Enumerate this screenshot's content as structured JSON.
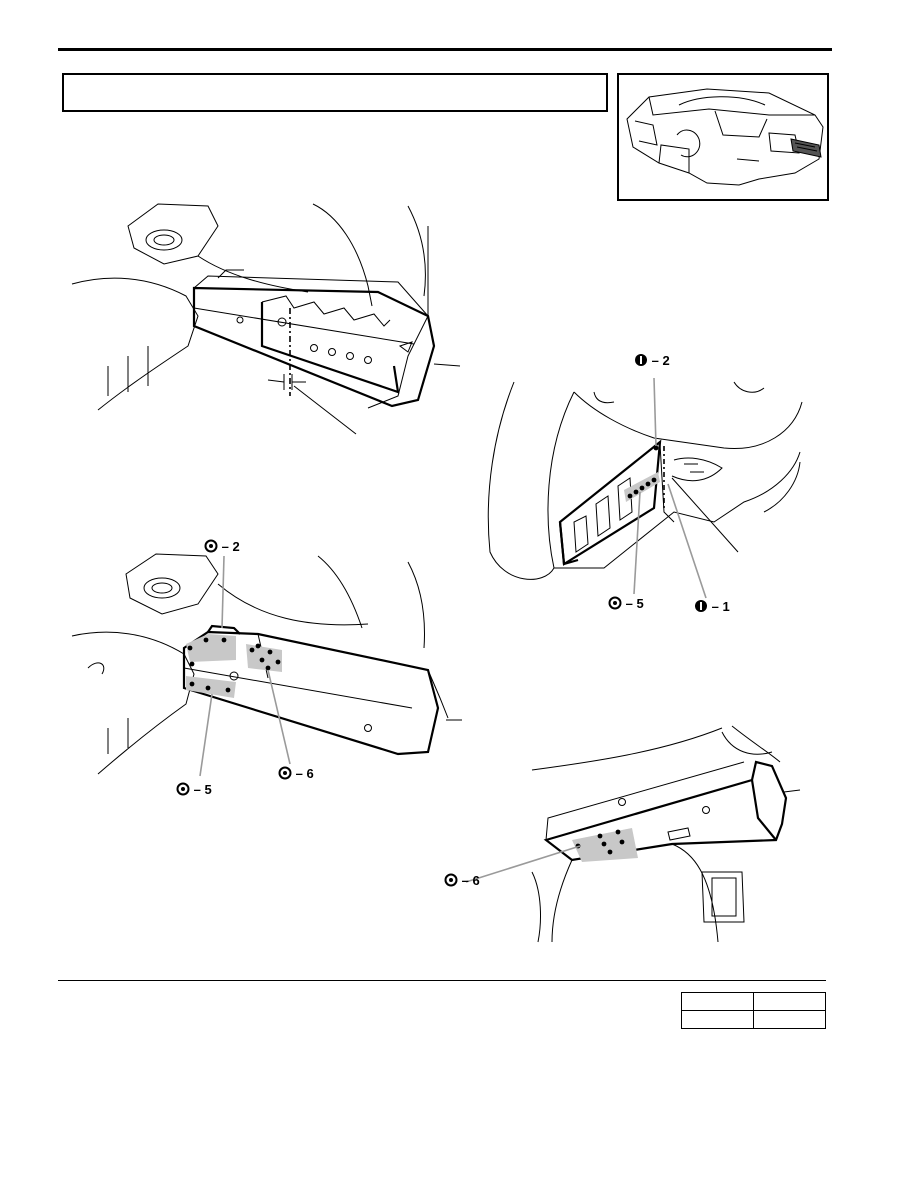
{
  "callouts": {
    "upper_right_top": "2",
    "upper_right_bottom_left": "5",
    "upper_right_bottom_right": "1",
    "middle_left_top": "2",
    "middle_left_bottom_left": "5",
    "middle_left_bottom_right": "6",
    "lower_right": "6"
  },
  "symbols": {
    "spot_weld": "circle-dot-icon",
    "plug_weld": "filled-circle-bar-icon"
  },
  "colors": {
    "line": "#000000",
    "shade": "#c8c8c8",
    "leader": "#9a9a9a"
  }
}
